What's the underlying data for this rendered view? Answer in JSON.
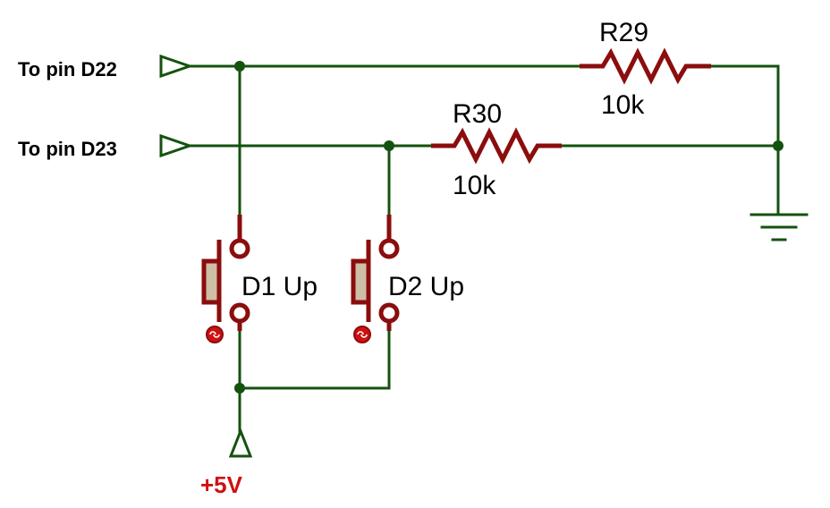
{
  "ports": {
    "d22": "To pin D22",
    "d23": "To pin D23"
  },
  "resistors": {
    "r29": {
      "ref": "R29",
      "value": "10k"
    },
    "r30": {
      "ref": "R30",
      "value": "10k"
    }
  },
  "buttons": {
    "d1": {
      "label": "D1 Up"
    },
    "d2": {
      "label": "D2 Up"
    }
  },
  "supply": {
    "label": "+5V"
  },
  "colors": {
    "wire": "#14520f",
    "component": "#8b0d0d",
    "supply_text": "#d01010",
    "port_outline": "#14520f"
  }
}
